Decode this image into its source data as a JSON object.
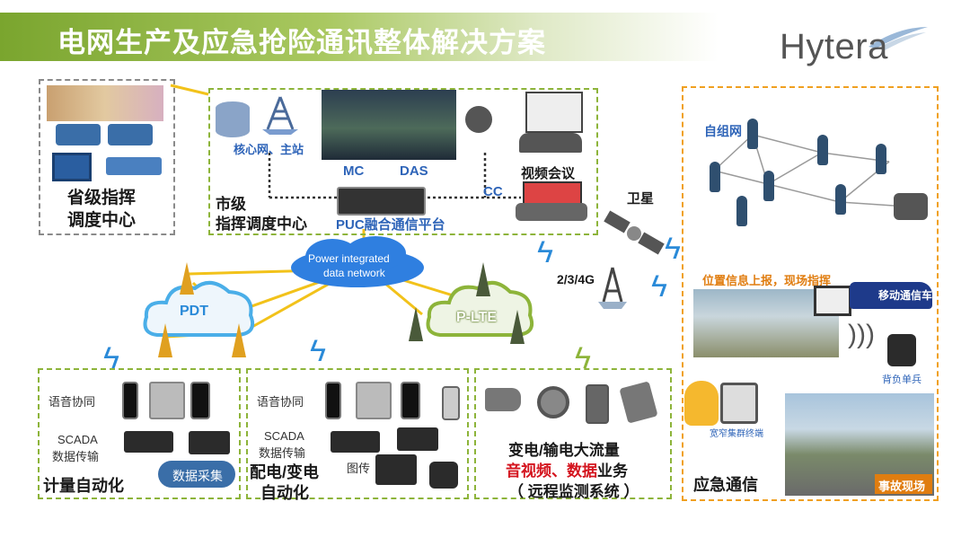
{
  "title": "电网生产及应急抢险通讯整体解决方案",
  "logo": "Hytera",
  "colors": {
    "accent_green": "#8db43a",
    "accent_orange": "#f0a020",
    "accent_blue": "#2e64b8",
    "cloud_blue": "#2f7fe0"
  },
  "province": {
    "label_line1": "省级指挥",
    "label_line2": "调度中心"
  },
  "city": {
    "label_line1": "市级",
    "label_line2": "指挥调度中心",
    "core_label": "核心网、主站",
    "mc": "MC",
    "das": "DAS",
    "cc": "CC",
    "puc": "PUC融合通信平台",
    "video": "视频会议"
  },
  "network": {
    "cloud_line1": "Power integrated",
    "cloud_line2": "data network",
    "pdt": "PDT",
    "plte": "P-LTE",
    "satellite": "卫星",
    "g234": "2/3/4G"
  },
  "metering": {
    "voice": "语音协同",
    "scada_line1": "SCADA",
    "scada_line2": "数据传输",
    "collect": "数据采集",
    "label": "计量自动化"
  },
  "distribution": {
    "voice": "语音协同",
    "scada_line1": "SCADA",
    "scada_line2": "数据传输",
    "picture": "图传",
    "label_line1": "配电/变电",
    "label_line2": "自动化"
  },
  "transmission": {
    "line1": "变电/输电大流量",
    "line2a": "音视频、数据",
    "line2b": "业务",
    "line3": "（ 远程监测系统 ）"
  },
  "emergency": {
    "adhoc": "自组网",
    "position": "位置信息上报，现场指挥",
    "vehicle": "移动通信车",
    "backpack": "背负单兵",
    "broadband": "宽窄集群终端",
    "label": "应急通信",
    "scene": "事故现场"
  }
}
